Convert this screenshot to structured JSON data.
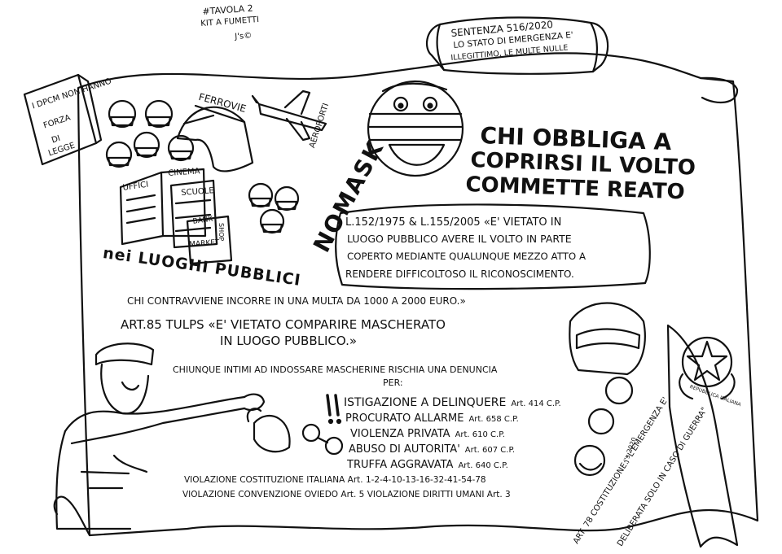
{
  "corner_note": {
    "line1": "#TAVOLA 2",
    "line2": "KIT A FUMETTI",
    "signature": "J's©"
  },
  "top_banner": {
    "line1": "SENTENZA 516/2020",
    "line2": "LO STATO DI EMERGENZA E'",
    "line3": "ILLEGITTIMO, LE MULTE NULLE"
  },
  "side_note": {
    "line1": "I DPCM NON HANNO",
    "line2": "FORZA",
    "line3": "DI",
    "line4": "LEGGE"
  },
  "places": {
    "ferrovie": "FERROVIE",
    "aeroporti": "AEROPORTI",
    "uffici": "UFFICI",
    "cinema": "CINEMA",
    "scuole": "SCUOLE",
    "bank": "BANK",
    "market": "MARKET",
    "shop": "SHOP"
  },
  "nomask": "NOMASK",
  "luoghi_pubblici": "nei LUOGHI PUBBLICI",
  "headline": {
    "line1": "CHI OBBLIGA A",
    "line2": "COPRIRSI IL VOLTO",
    "line3": "COMMETTE REATO"
  },
  "law_box": {
    "line1": "L.152/1975 & L.155/2005 «E' VIETATO IN",
    "line2": "LUOGO PUBBLICO AVERE IL VOLTO IN PARTE",
    "line3": "COPERTO MEDIANTE QUALUNQUE MEZZO ATTO A",
    "line4": "RENDERE DIFFICOLTOSO IL RICONOSCIMENTO."
  },
  "fine_line": "CHI CONTRAVVIENE INCORRE IN UNA MULTA DA 1000 A 2000 EURO.»",
  "art85": {
    "line1": "ART.85 TULPS «E' VIETATO COMPARIRE MASCHERATO",
    "line2": "IN LUOGO PUBBLICO.»"
  },
  "denuncia": {
    "line1": "CHIUNQUE INTIMI AD INDOSSARE MASCHERINE RISCHIA UNA DENUNCIA",
    "line2": "PER:"
  },
  "crimes": [
    {
      "name": "ISTIGAZIONE A DELINQUERE",
      "art": "Art. 414 C.P."
    },
    {
      "name": "PROCURATO ALLARME",
      "art": "Art. 658 C.P."
    },
    {
      "name": "VIOLENZA PRIVATA",
      "art": "Art. 610 C.P."
    },
    {
      "name": "ABUSO DI AUTORITA'",
      "art": "Art. 607 C.P."
    },
    {
      "name": "TRUFFA AGGRAVATA",
      "art": "Art. 640 C.P."
    }
  ],
  "violations": {
    "line1": "VIOLAZIONE COSTITUZIONE ITALIANA Art. 1-2-4-10-13-16-32-41-54-78",
    "line2": "VIOLAZIONE CONVENZIONE OVIEDO Art. 5 VIOLAZIONE DIRITTI UMANI Art. 3"
  },
  "art78": {
    "line1": "ART. 78 COSTITUZIONE: \"L'EMERGENZA E'",
    "line2": "DELIBERATA SOLO IN CASO DI GUERRA\""
  },
  "emblem_text": "REPUBBLICA ITALIANA",
  "bottom_signature": "J's 2020"
}
